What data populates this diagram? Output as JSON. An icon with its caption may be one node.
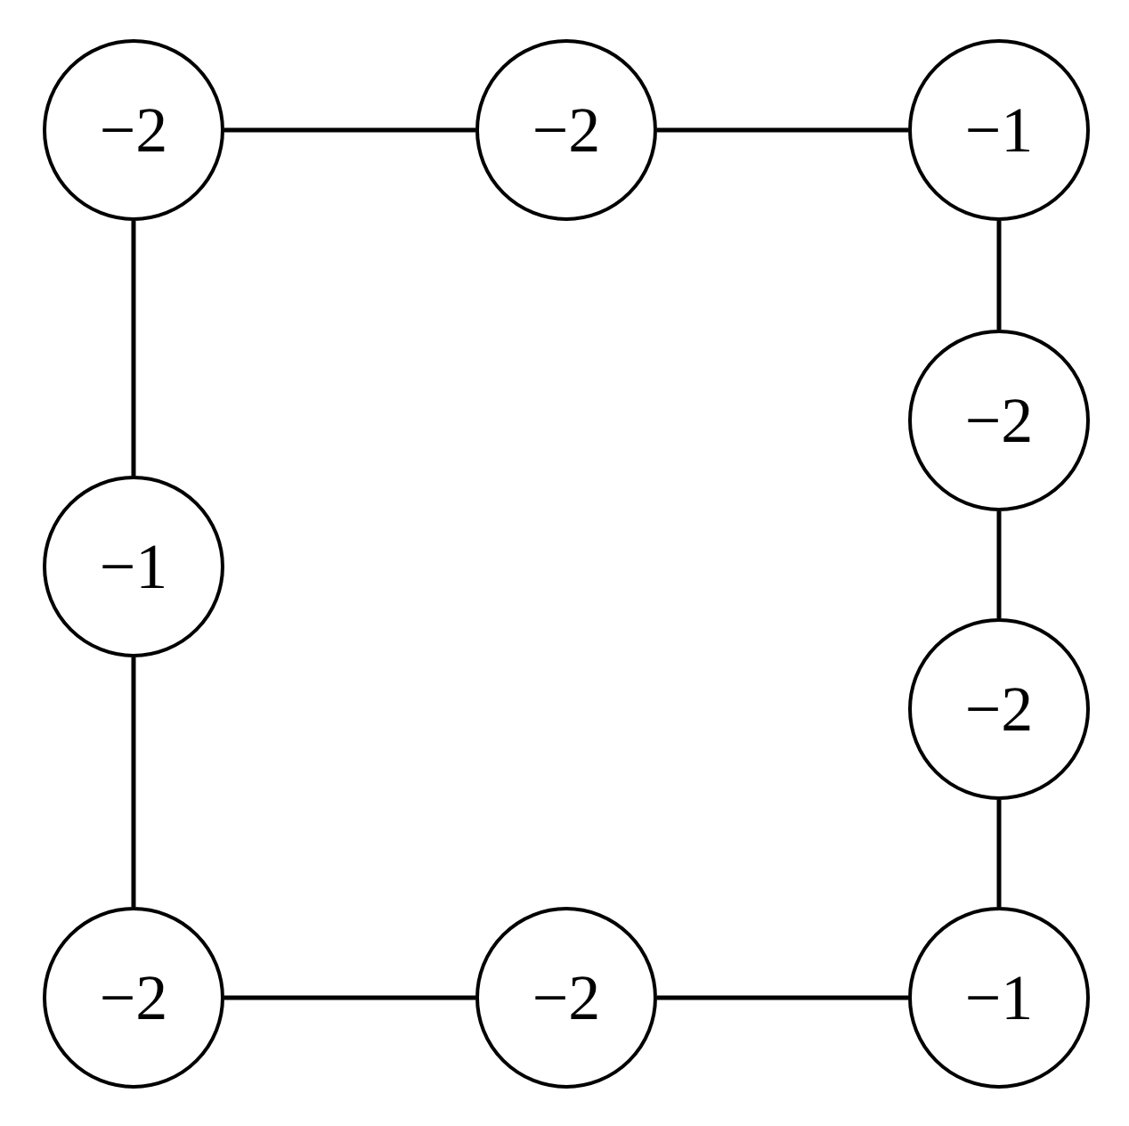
{
  "diagram": {
    "nodes": [
      {
        "text": [
          "−2"
        ]
      },
      {
        "text": [
          "−2"
        ]
      },
      {
        "text": [
          "−1"
        ]
      },
      {
        "text": [
          "−2"
        ]
      },
      {
        "text": [
          "−1"
        ]
      },
      {
        "text": [
          "−2"
        ]
      },
      {
        "text": [
          "−2"
        ]
      },
      {
        "text": [
          "−2"
        ]
      },
      {
        "text": [
          "−1"
        ]
      }
    ],
    "edges": [
      {
        "from": 0,
        "to": 1,
        "arrow": "none"
      },
      {
        "from": 1,
        "to": 2,
        "arrow": "none"
      },
      {
        "from": 2,
        "to": 3,
        "arrow": "none"
      },
      {
        "from": 3,
        "to": 5,
        "arrow": "none"
      },
      {
        "from": 5,
        "to": 8,
        "arrow": "none"
      },
      {
        "from": 8,
        "to": 7,
        "arrow": "none"
      },
      {
        "from": 7,
        "to": 6,
        "arrow": "none"
      },
      {
        "from": 6,
        "to": 4,
        "arrow": "none"
      },
      {
        "from": 4,
        "to": 0,
        "arrow": "none"
      }
    ]
  }
}
